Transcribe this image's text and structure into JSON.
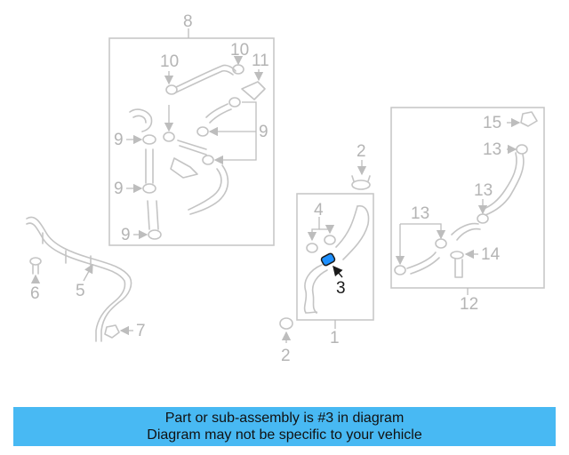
{
  "diagram": {
    "callouts": {
      "c1": "1",
      "c2a": "2",
      "c2b": "2",
      "c3": "3",
      "c4": "4",
      "c5": "5",
      "c6": "6",
      "c7": "7",
      "c8": "8",
      "c9a": "9",
      "c9b": "9",
      "c9c": "9",
      "c9d": "9",
      "c10a": "10",
      "c10b": "10",
      "c11": "11",
      "c12": "12",
      "c13a": "13",
      "c13b": "13",
      "c13c": "13",
      "c14": "14",
      "c15": "15"
    },
    "highlight_color": "#1e90ff"
  },
  "banner": {
    "line1": "Part or sub-assembly is #3 in diagram",
    "line2": "Diagram may not be specific to your vehicle",
    "background": "#48b9f3"
  }
}
